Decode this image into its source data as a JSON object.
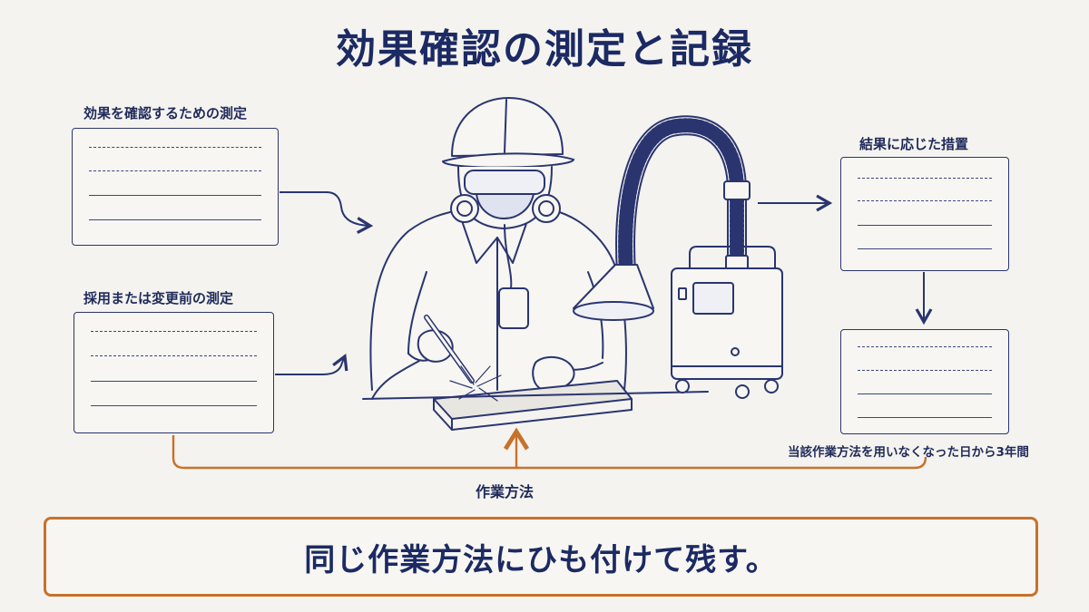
{
  "title": "効果確認の測定と記録",
  "labels": {
    "effect_measurement": "効果を確認するための測定",
    "before_measurement": "採用または変更前の測定",
    "result_action": "結果に応じた措置",
    "retention_period": "当該作業方法を用いなくなった日から3年間",
    "work_method": "作業方法"
  },
  "bottom_message": "同じ作業方法にひも付けて残す。",
  "colors": {
    "navy": "#1c2a63",
    "line": "#2a3570",
    "accent_orange": "#c8712a",
    "background": "#f4f3ef"
  },
  "icons": [
    "welder-with-respirator-icon",
    "fume-extractor-icon"
  ]
}
